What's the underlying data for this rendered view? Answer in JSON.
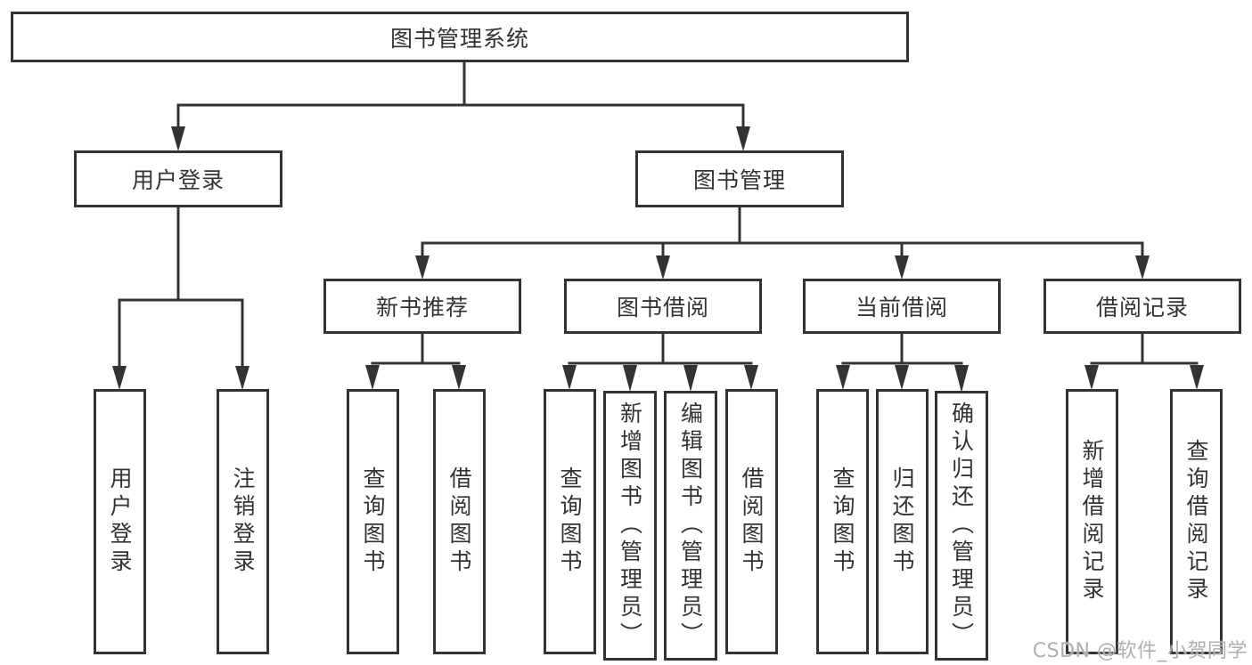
{
  "colors": {
    "line": "#333333",
    "text": "#333333",
    "box_background": "#ffffff",
    "watermark": "#a8a8a8"
  },
  "watermark": {
    "text": "CSDN @软件_小贺同学"
  },
  "tree": {
    "root": {
      "label": "图书管理系统"
    },
    "branches": [
      {
        "label": "用户登录",
        "children": [
          {
            "label": "用户登录"
          },
          {
            "label": "注销登录"
          }
        ]
      },
      {
        "label": "图书管理",
        "children": [
          {
            "label": "新书推荐",
            "children": [
              {
                "label": "查询图书"
              },
              {
                "label": "借阅图书"
              }
            ]
          },
          {
            "label": "图书借阅",
            "children": [
              {
                "label": "查询图书"
              },
              {
                "label": "新增图书（管理员）"
              },
              {
                "label": "编辑图书（管理员）"
              },
              {
                "label": "借阅图书"
              }
            ]
          },
          {
            "label": "当前借阅",
            "children": [
              {
                "label": "查询图书"
              },
              {
                "label": "归还图书"
              },
              {
                "label": "确认归还（管理员）"
              }
            ]
          },
          {
            "label": "借阅记录",
            "children": [
              {
                "label": "新增借阅记录"
              },
              {
                "label": "查询借阅记录"
              }
            ]
          }
        ]
      }
    ]
  }
}
